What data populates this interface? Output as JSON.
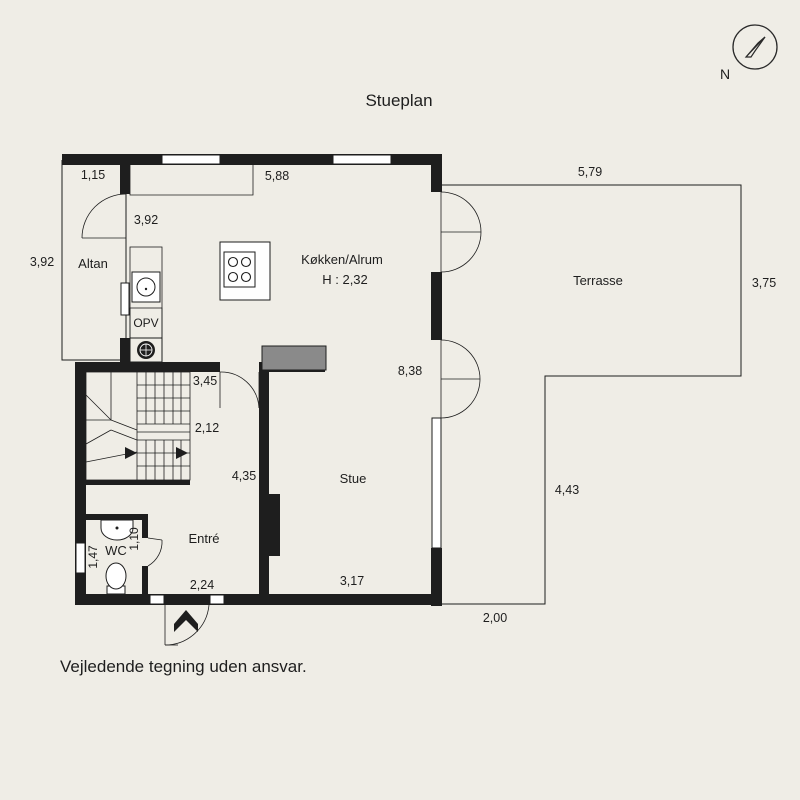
{
  "title": "Stueplan",
  "compass": {
    "letter": "N"
  },
  "rooms": {
    "kitchen": "Køkken/Alrum",
    "kitchen_height": "H : 2,32",
    "altan": "Altan",
    "opv": "OPV",
    "stue": "Stue",
    "entre": "Entré",
    "wc": "WC",
    "terrasse": "Terrasse"
  },
  "dimensions": {
    "altan_top": "1,15",
    "kitchen_width": "5,88",
    "kitchen_depth": "3,92",
    "altan_depth": "3,92",
    "stair_width": "3,45",
    "stair_depth": "2,12",
    "hall_depth": "4,35",
    "stue_width": "3,17",
    "total_depth": "8,38",
    "entre_width": "2,24",
    "wc_depth": "1,47",
    "wc_width": "1,10",
    "terrace_top": "5,79",
    "terrace_right": "3,75",
    "terrace_lower": "4,43",
    "terrace_bottom": "2,00"
  },
  "disclaimer": "Vejledende tegning uden ansvar."
}
